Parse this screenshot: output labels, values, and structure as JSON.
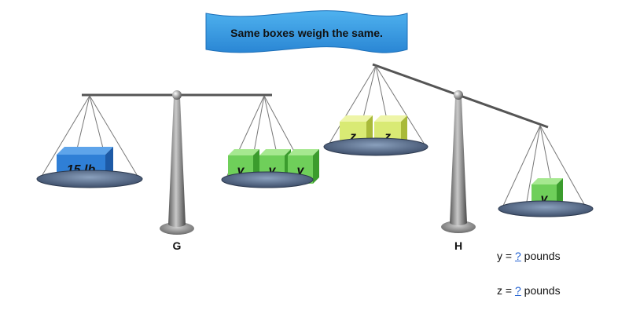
{
  "banner": {
    "text": "Same boxes weigh the same."
  },
  "scales": [
    {
      "label": "G",
      "left_pan": [
        {
          "label": "15 lb",
          "color": "#2f7fd6"
        }
      ],
      "right_pan": [
        {
          "label": "y",
          "color": "#6fcf5a"
        },
        {
          "label": "y",
          "color": "#6fcf5a"
        },
        {
          "label": "y",
          "color": "#6fcf5a"
        }
      ]
    },
    {
      "label": "H",
      "left_pan": [
        {
          "label": "z",
          "color": "#d9ea74"
        },
        {
          "label": "z",
          "color": "#d9ea74"
        }
      ],
      "right_pan": [
        {
          "label": "y",
          "color": "#6fcf5a"
        }
      ]
    }
  ],
  "questions": [
    {
      "var": "y",
      "eq": " = ",
      "blank": "?",
      "unit": " pounds"
    },
    {
      "var": "z",
      "eq": " = ",
      "blank": "?",
      "unit": " pounds"
    }
  ]
}
